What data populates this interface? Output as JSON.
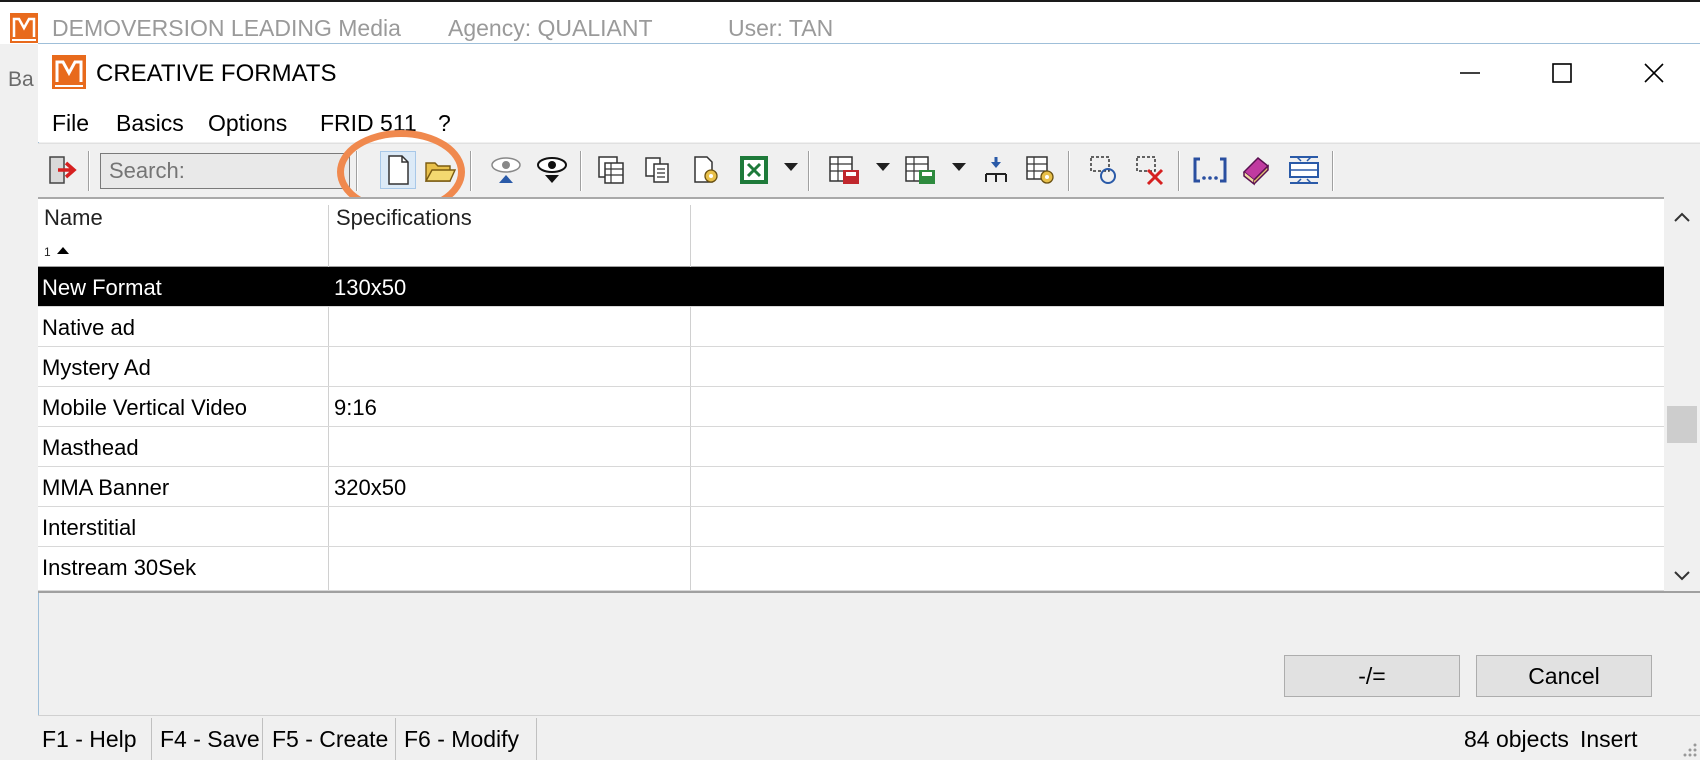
{
  "background_app": {
    "title": "DEMOVERSION LEADING Media",
    "agency": "Agency: QUALIANT",
    "user": "User: TAN",
    "partial_left_label": "Ba"
  },
  "window": {
    "title": "CREATIVE FORMATS",
    "minimize": "—",
    "maximize": "☐",
    "close": "✕"
  },
  "menu": [
    "File",
    "Basics",
    "Options",
    "FRID 511",
    "?"
  ],
  "search": {
    "placeholder": "Search:"
  },
  "toolbar_icons": [
    "exit-icon",
    "new-document-icon",
    "open-folder-icon",
    "view-up-icon",
    "view-down-icon",
    "table-multi-icon",
    "copy-icon",
    "document-settings-icon",
    "excel-icon",
    "table-save-icon",
    "table-save-green-icon",
    "hierarchy-icon",
    "table-settings-icon",
    "select-circle-icon",
    "deselect-icon",
    "brackets-icon",
    "book-icon",
    "expand-rows-icon"
  ],
  "table": {
    "columns": [
      "Name",
      "Specifications"
    ],
    "sort_indicator": "1",
    "rows": [
      {
        "name": "New Format",
        "spec": "130x50",
        "selected": true
      },
      {
        "name": "Native ad",
        "spec": ""
      },
      {
        "name": "Mystery Ad",
        "spec": ""
      },
      {
        "name": "Mobile Vertical Video",
        "spec": "9:16"
      },
      {
        "name": "Masthead",
        "spec": ""
      },
      {
        "name": "MMA Banner",
        "spec": "320x50"
      },
      {
        "name": "Interstitial",
        "spec": ""
      },
      {
        "name": "Instream 30Sek",
        "spec": ""
      }
    ]
  },
  "buttons": {
    "toggle": "-/=",
    "cancel": "Cancel"
  },
  "status": {
    "f1": "F1 - Help",
    "f4": "F4 - Save",
    "f5": "F5 - Create",
    "f6": "F6 - Modify",
    "count": "84 objects",
    "mode": "Insert"
  },
  "colors": {
    "highlight": "#f0894e",
    "selection": "#000000",
    "logo": "#e86a1c"
  }
}
